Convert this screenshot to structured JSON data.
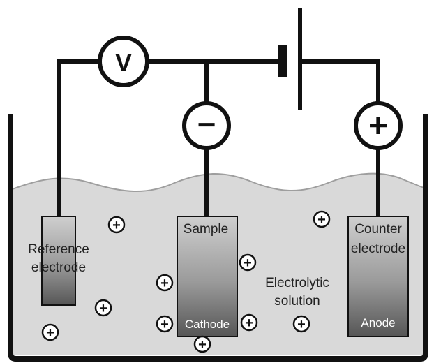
{
  "meter": {
    "symbol": "V"
  },
  "battery": {
    "negative_symbol": "−",
    "positive_symbol": "+"
  },
  "ion_symbol": "+",
  "labels": {
    "reference_line1": "Reference",
    "reference_line2": "electrode",
    "sample": "Sample",
    "cathode": "Cathode",
    "counter_line1": "Counter",
    "counter_line2": "electrode",
    "anode": "Anode",
    "electrolyte_line1": "Electrolytic",
    "electrolyte_line2": "solution"
  },
  "colors": {
    "solution": "#d9d9d9",
    "wire": "#111111",
    "electrode_top": "#c8c8c8",
    "electrode_bottom": "#5a5a5a"
  }
}
